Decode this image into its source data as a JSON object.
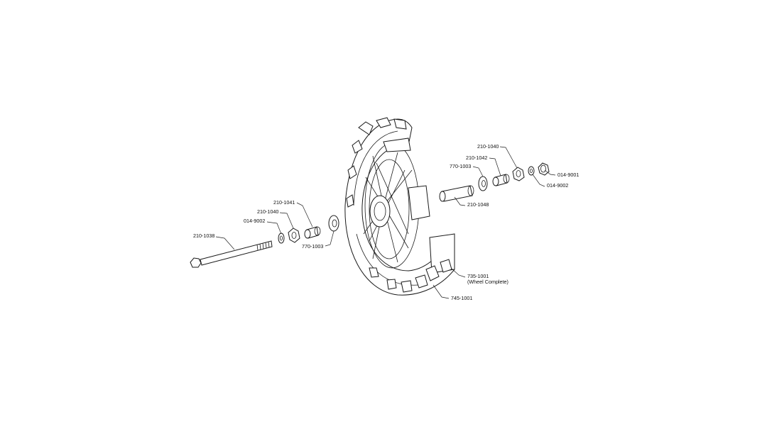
{
  "diagram": {
    "callouts": {
      "p210_1038": "210-1038",
      "p014_9002_left": "014-9002",
      "p210_1040_left": "210-1040",
      "p210_1041": "210-1041",
      "p770_1003_left": "770-1003",
      "p210_1040_right": "210-1040",
      "p210_1042": "210-1042",
      "p770_1003_right": "770-1003",
      "p014_9001": "014-9001",
      "p014_9002_right": "014-9002",
      "p210_1048": "210-1048",
      "p735_1001": "735-1001",
      "p735_1001_note": "(Wheel Complete)",
      "p745_1001": "745-1001"
    },
    "colors": {
      "line": "#1a1a1a",
      "background": "#ffffff"
    }
  }
}
